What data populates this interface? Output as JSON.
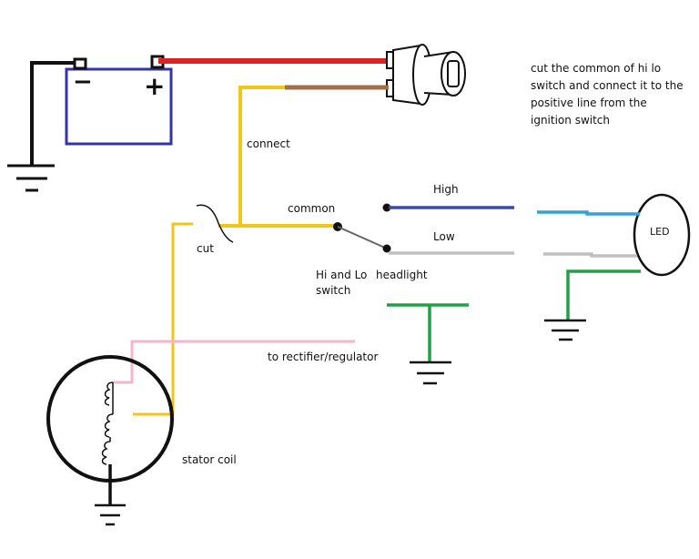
{
  "battery": {
    "negative_sign": "−",
    "positive_sign": "+"
  },
  "labels": {
    "connect": "connect",
    "common": "common",
    "cut": "cut",
    "high": "High",
    "low": "Low",
    "switch": "Hi and Lo\nswitch",
    "headlight": "headlight",
    "led": "LED",
    "rectifier": "to rectifier/regulator",
    "stator": "stator coil"
  },
  "note": "cut the common of hi lo switch and connect it to the positive line from the ignition switch",
  "colors": {
    "battery_outline": "#3333aa",
    "positive_wire": "#dd2222",
    "ignition_wire": "#a0704a",
    "yellow_wire": "#f2c619",
    "high_wire": "#3a4aa8",
    "low_wire": "#c0c0c0",
    "led_high_wire": "#35a0d8",
    "green_wire": "#22a048",
    "pink_wire": "#f4b6c8",
    "ground": "#111111"
  }
}
